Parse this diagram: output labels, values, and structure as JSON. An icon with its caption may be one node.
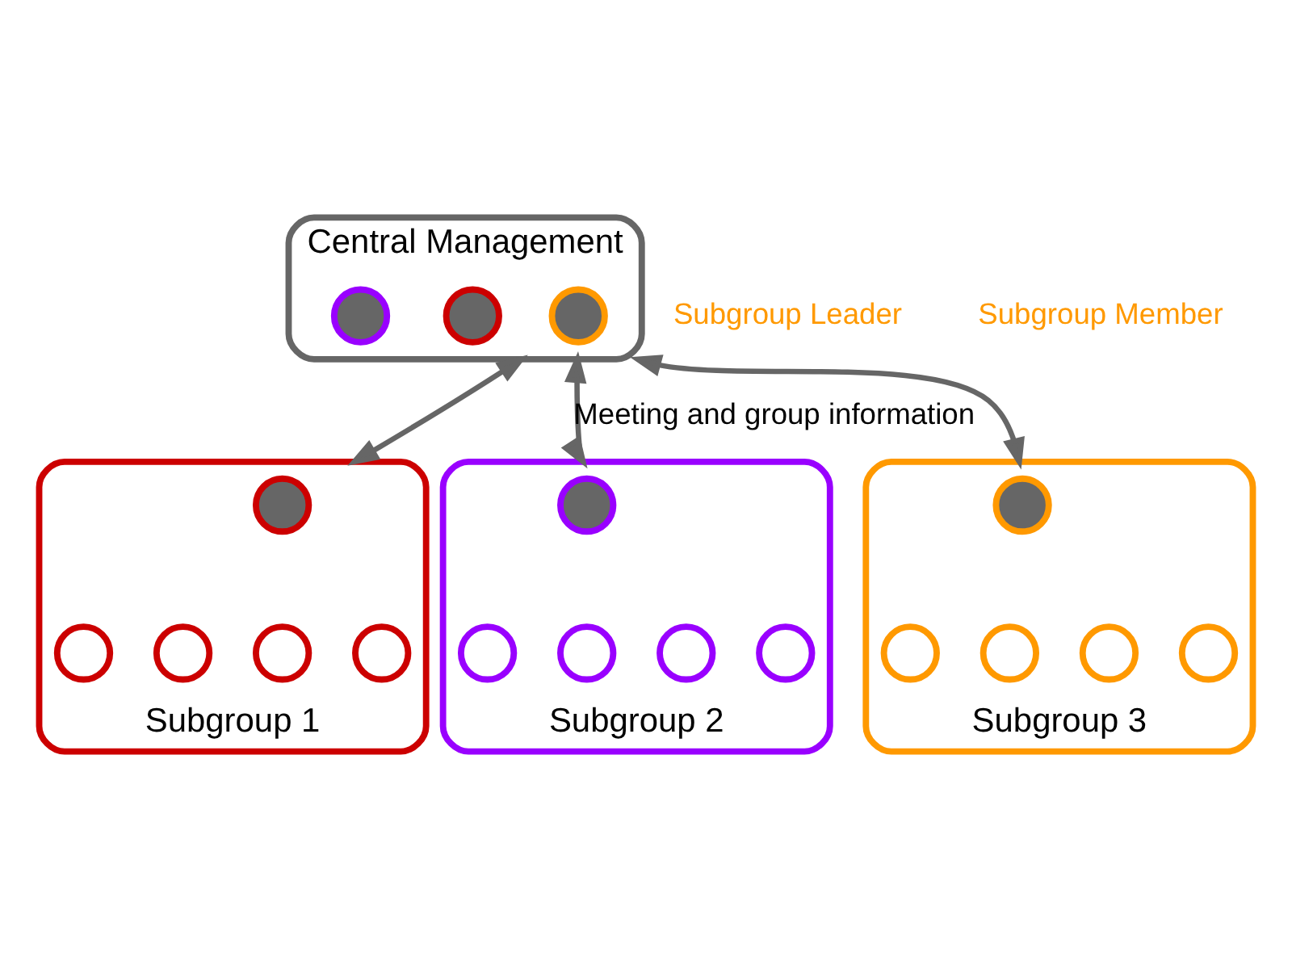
{
  "diagram": {
    "nodes": [
      {
        "text": [
          "Central Management"
        ]
      },
      {
        "text": [],
        "shape": "circle",
        "in": 0
      },
      {
        "text": [],
        "shape": "circle",
        "in": 0
      },
      {
        "text": [],
        "shape": "circle",
        "in": 0
      },
      {
        "text": [
          "Subgroup 1"
        ]
      },
      {
        "text": [],
        "shape": "circle",
        "in": 4
      },
      {
        "text": [],
        "shape": "circle",
        "in": 4
      },
      {
        "text": [],
        "shape": "circle",
        "in": 4
      },
      {
        "text": [],
        "shape": "circle",
        "in": 4
      },
      {
        "text": [],
        "shape": "circle",
        "in": 4
      },
      {
        "text": [
          "Subgroup 2"
        ]
      },
      {
        "text": [],
        "shape": "circle",
        "in": 10
      },
      {
        "text": [],
        "shape": "circle",
        "in": 10
      },
      {
        "text": [],
        "shape": "circle",
        "in": 10
      },
      {
        "text": [],
        "shape": "circle",
        "in": 10
      },
      {
        "text": [],
        "shape": "circle",
        "in": 10
      },
      {
        "text": [
          "Subgroup 3"
        ]
      },
      {
        "text": [],
        "shape": "circle",
        "in": 16
      },
      {
        "text": [],
        "shape": "circle",
        "in": 16
      },
      {
        "text": [],
        "shape": "circle",
        "in": 16
      },
      {
        "text": [],
        "shape": "circle",
        "in": 16
      },
      {
        "text": [],
        "shape": "circle",
        "in": 16
      }
    ],
    "edges": [
      {
        "from": 0,
        "to": 4,
        "arrow": "both"
      },
      {
        "from": 0,
        "to": 10,
        "arrow": "both",
        "label": "Meeting and group information"
      },
      {
        "from": 0,
        "to": 16,
        "arrow": "both"
      }
    ],
    "legend": [
      {
        "text": "Subgroup Leader"
      },
      {
        "text": "Subgroup Member"
      }
    ]
  }
}
